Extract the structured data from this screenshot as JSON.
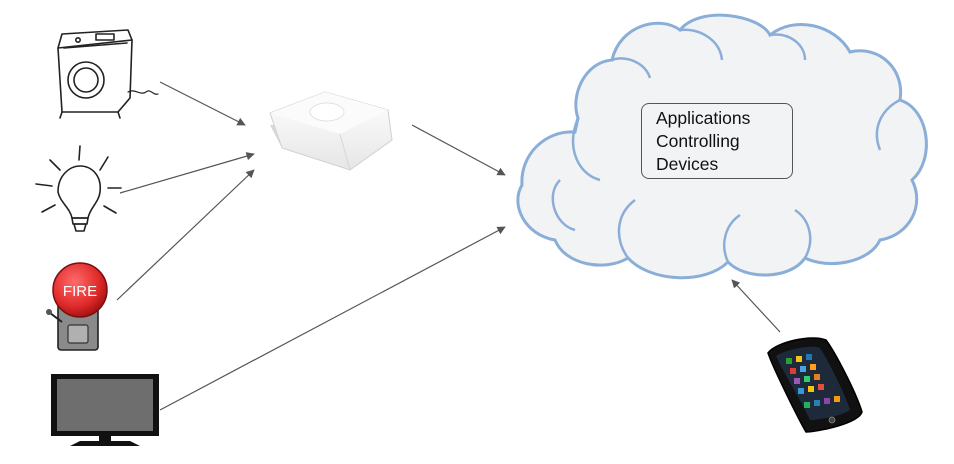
{
  "cloud": {
    "label_lines": [
      "Applications",
      "Controlling",
      "Devices"
    ]
  },
  "devices": {
    "fire_alarm_text": "FIRE"
  },
  "colors": {
    "cloud_fill": "#f2f3f5",
    "cloud_outline": "#8aaed8",
    "arrow": "#555555",
    "fire_red": "#e02a2a",
    "tv_screen": "#6e6e6e"
  }
}
